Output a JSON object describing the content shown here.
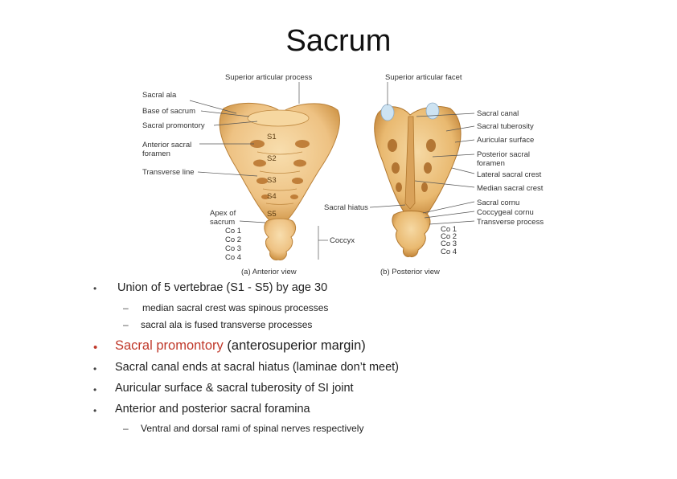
{
  "slide": {
    "title": "Sacrum",
    "figure": {
      "left_labels": [
        "Sacral ala",
        "Base of sacrum",
        "Sacral promontory",
        "Anterior sacral",
        "foramen",
        "Transverse line",
        "Apex of",
        "sacrum"
      ],
      "top_labels": [
        "Superior articular process",
        "Superior articular facet"
      ],
      "segment_labels": [
        "S1",
        "S2",
        "S3",
        "S4",
        "S5"
      ],
      "coccyx_left": [
        "Co 1",
        "Co 2",
        "Co 3",
        "Co 4"
      ],
      "coccyx_right": [
        "Co 1",
        "Co 2",
        "Co 3",
        "Co 4"
      ],
      "coccyx_label": "Coccyx",
      "sacral_hiatus": "Sacral hiatus",
      "right_labels": [
        "Sacral canal",
        "Sacral tuberosity",
        "Auricular surface",
        "Posterior sacral",
        "foramen",
        "Lateral sacral crest",
        "Median sacral crest",
        "Sacral cornu",
        "Coccygeal cornu",
        "Transverse process"
      ],
      "caption_a": "(a) Anterior view",
      "caption_b": "(b) Posterior view"
    },
    "bullets": {
      "b1": "Union of 5 vertebrae (S1 - S5) by age 30",
      "b1_sub1": "median sacral crest was spinous processes",
      "b1_sub2": "sacral ala is fused transverse processes",
      "b2_highlight": "Sacral promontory",
      "b2_rest": " (anterosuperior margin)",
      "b3": "Sacral canal ends at sacral hiatus (laminae don’t meet)",
      "b4": "Auricular surface & sacral tuberosity of SI joint",
      "b5": "Anterior and posterior sacral foramina",
      "b5_sub1": "Ventral and dorsal rami of spinal nerves respectively"
    },
    "colors": {
      "highlight": "#c0392b",
      "bone": "#f0c98a",
      "bone_dark": "#c98d3f"
    },
    "bullet_glyph": "•",
    "dash_glyph": "–"
  }
}
